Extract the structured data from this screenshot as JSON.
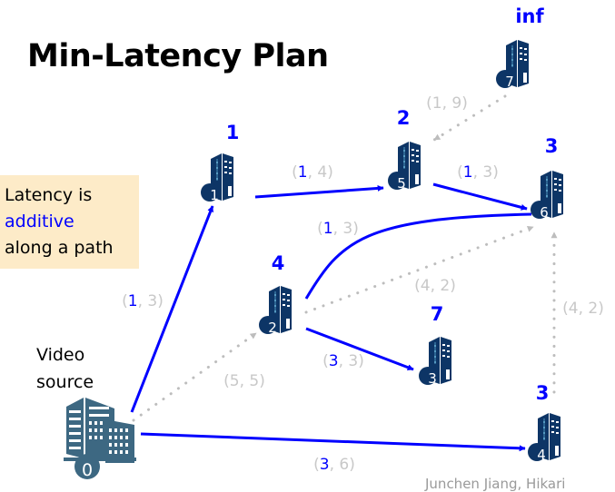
{
  "title": "Min-Latency Plan",
  "note": {
    "line1": "Latency is",
    "highlight": "additive",
    "line3": "along a path"
  },
  "source_label": {
    "line1": "Video",
    "line2": "source"
  },
  "colors": {
    "active_edge": "#0000ff",
    "inactive_edge": "#bdbdbd",
    "node_fill": "#0d3566",
    "source_fill": "#3d6882",
    "cost_text": "#0000ff",
    "note_bg": "#fdebc8"
  },
  "nodes": [
    {
      "id": "0",
      "cost": "",
      "kind": "source"
    },
    {
      "id": "1",
      "cost": "1"
    },
    {
      "id": "2",
      "cost": "4"
    },
    {
      "id": "3",
      "cost": "7"
    },
    {
      "id": "4",
      "cost": "3"
    },
    {
      "id": "5",
      "cost": "2"
    },
    {
      "id": "6",
      "cost": "3"
    },
    {
      "id": "7",
      "cost": "inf"
    }
  ],
  "edges": [
    {
      "from": "0",
      "to": "1",
      "latency": "1",
      "other": "3",
      "active": true
    },
    {
      "from": "0",
      "to": "2",
      "latency": "5",
      "other": "5",
      "active": false
    },
    {
      "from": "0",
      "to": "4",
      "latency": "3",
      "other": "6",
      "active": true
    },
    {
      "from": "1",
      "to": "5",
      "latency": "1",
      "other": "4",
      "active": true
    },
    {
      "from": "5",
      "to": "6",
      "latency": "1",
      "other": "3",
      "active": true
    },
    {
      "from": "2",
      "to": "6",
      "latency": "1",
      "other": "3",
      "active": true
    },
    {
      "from": "2",
      "to": "6",
      "latency": "4",
      "other": "2",
      "active": false
    },
    {
      "from": "2",
      "to": "3",
      "latency": "3",
      "other": "3",
      "active": true
    },
    {
      "from": "4",
      "to": "6",
      "latency": "4",
      "other": "2",
      "active": false
    },
    {
      "from": "7",
      "to": "5",
      "latency": "1",
      "other": "9",
      "active": false
    }
  ],
  "footer_partial": "Junchen Jiang, Hikari"
}
